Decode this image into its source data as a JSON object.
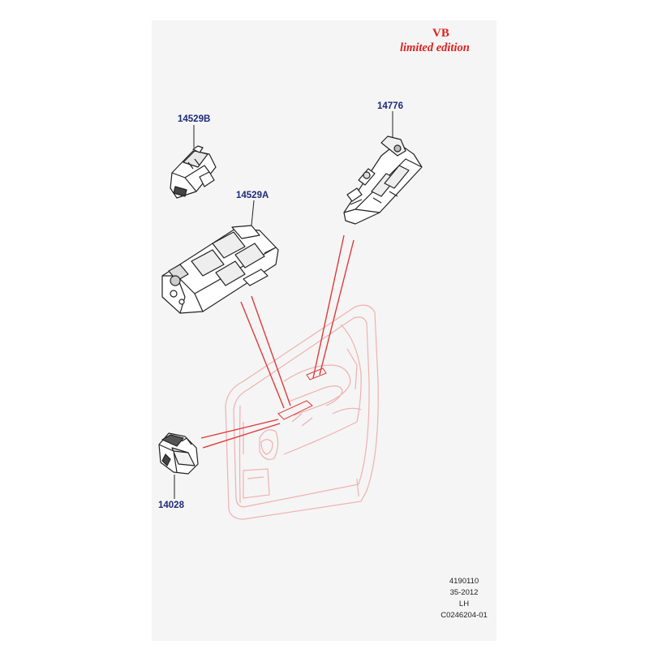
{
  "brand": {
    "main": "VB",
    "sub": "limited edition",
    "color": "#e02020"
  },
  "callouts": [
    {
      "id": "14529B"
    },
    {
      "id": "14529A"
    },
    {
      "id": "14776"
    },
    {
      "id": "14028"
    }
  ],
  "footer": {
    "line1": "4190110",
    "line2": "35-2012",
    "line3": "LH",
    "line4": "C0246204-01"
  },
  "colors": {
    "callout_text": "#1c2a7a",
    "leader_lines": "#e03a3a",
    "door_outline": "#f0b0b0",
    "part_outline": "#222222",
    "sheet": "#f5f5f5"
  }
}
